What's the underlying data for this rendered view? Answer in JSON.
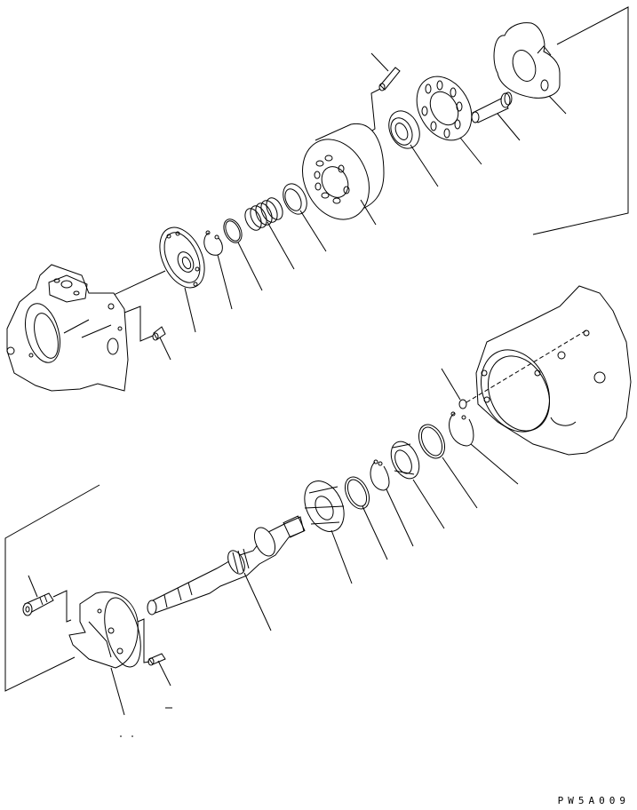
{
  "figure": {
    "code": "PW5A009",
    "type": "exploded parts diagram",
    "subject": "hydraulic pump assembly"
  },
  "parts": [
    {
      "id": "cradle-housing",
      "group": "upper"
    },
    {
      "id": "piston-rod",
      "group": "upper"
    },
    {
      "id": "valve-plate",
      "group": "upper"
    },
    {
      "id": "bearing-upper",
      "group": "upper"
    },
    {
      "id": "dowel-pin-upper",
      "group": "upper"
    },
    {
      "id": "cylinder-block",
      "group": "upper"
    },
    {
      "id": "spacer-ring",
      "group": "upper"
    },
    {
      "id": "spring-set",
      "group": "upper"
    },
    {
      "id": "o-ring-upper",
      "group": "upper"
    },
    {
      "id": "snap-ring-upper",
      "group": "upper"
    },
    {
      "id": "end-plate",
      "group": "upper"
    },
    {
      "id": "dowel-pin-case",
      "group": "upper"
    },
    {
      "id": "pump-case-left",
      "group": "upper"
    },
    {
      "id": "pump-case-right",
      "group": "lower"
    },
    {
      "id": "plug",
      "group": "lower"
    },
    {
      "id": "snap-ring-lower-1",
      "group": "lower"
    },
    {
      "id": "o-ring-lower",
      "group": "lower"
    },
    {
      "id": "needle-bearing",
      "group": "lower"
    },
    {
      "id": "snap-ring-lower-2",
      "group": "lower"
    },
    {
      "id": "shim-ring",
      "group": "lower"
    },
    {
      "id": "roller-bearing",
      "group": "lower"
    },
    {
      "id": "drive-shaft",
      "group": "lower"
    },
    {
      "id": "swash-plate",
      "group": "lower"
    },
    {
      "id": "cap-screw",
      "group": "lower"
    },
    {
      "id": "pin-lower",
      "group": "lower"
    }
  ]
}
